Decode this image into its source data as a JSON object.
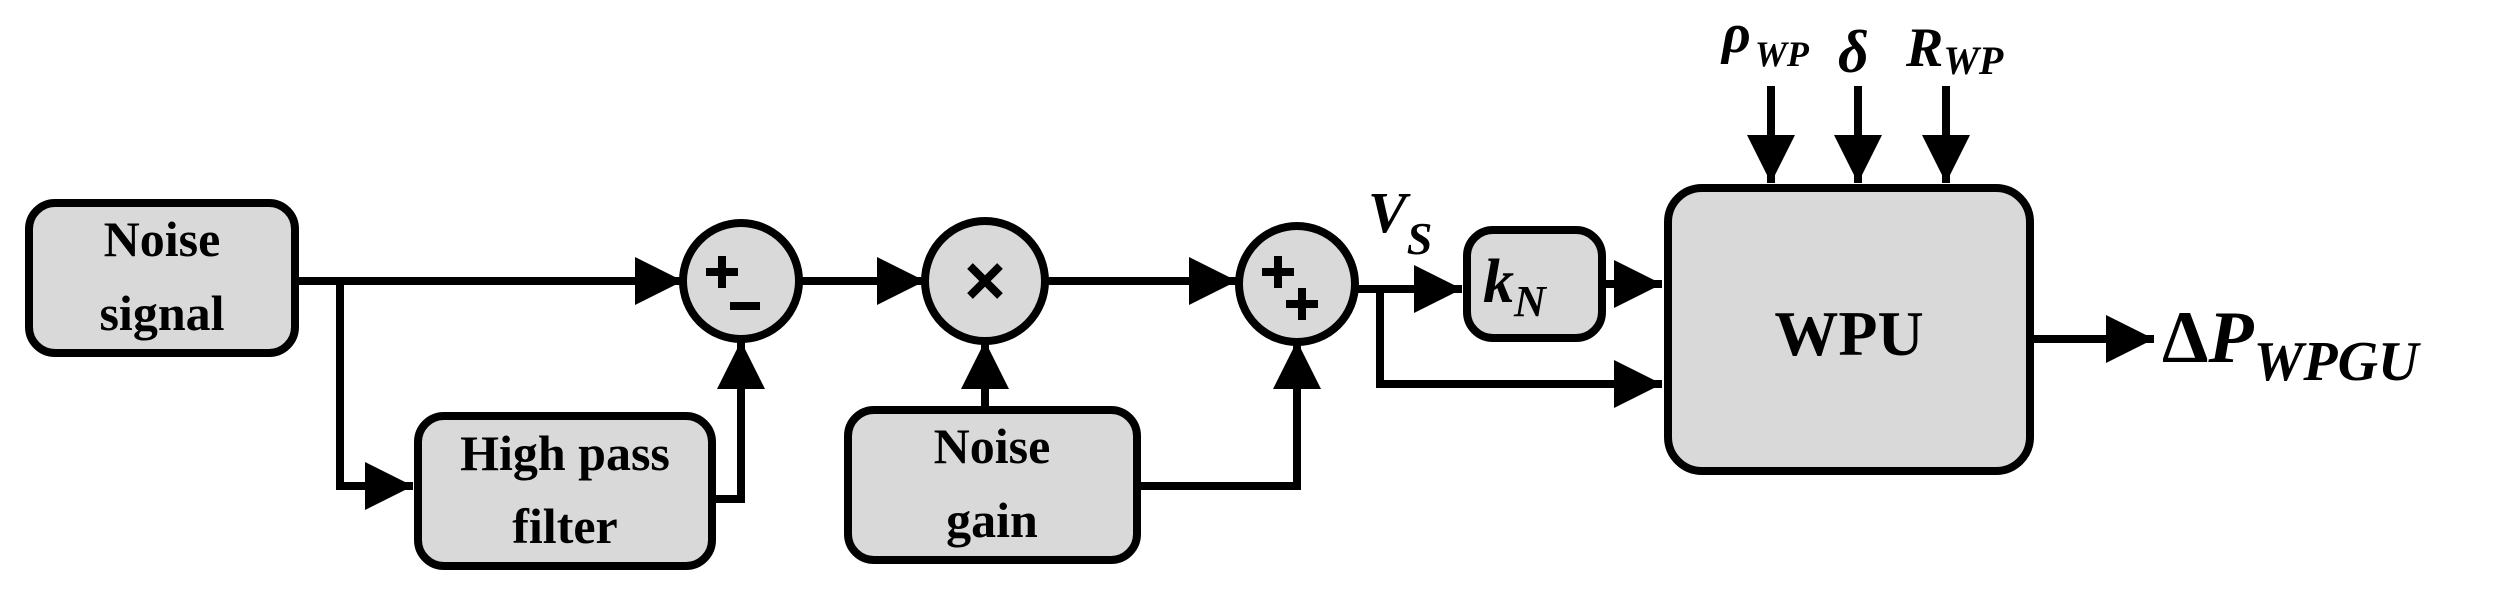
{
  "blocks": {
    "noise_signal": [
      "Noise",
      "signal"
    ],
    "high_pass_filter": [
      "High pass",
      "filter"
    ],
    "noise_gain": [
      "Noise",
      "gain"
    ],
    "gain_k": {
      "base": "k",
      "sub": "N"
    },
    "wpu": "WPU"
  },
  "signals": {
    "vs": {
      "base": "V",
      "sub": "S"
    },
    "rho": {
      "base": "ρ",
      "sub": "WP"
    },
    "delta": "δ",
    "r": {
      "base": "R",
      "sub": "WP"
    },
    "output": {
      "prefix": "Δ",
      "base": "P",
      "sub": "WPGU"
    }
  },
  "junctions": {
    "sum1_signs": [
      "+",
      "–"
    ],
    "multiply_sign": "×",
    "sum2_signs": [
      "+",
      "+"
    ]
  }
}
